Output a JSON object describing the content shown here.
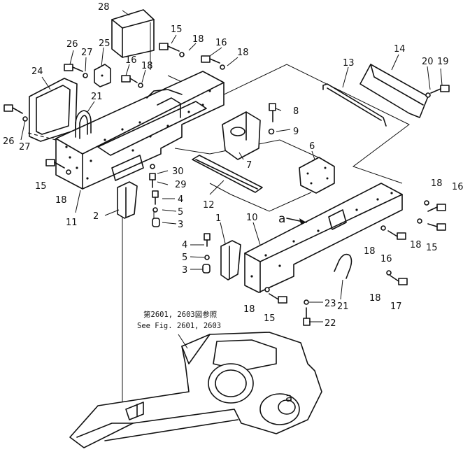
{
  "figure_reference": {
    "line1": "第2601, 2603図参照",
    "line2": "See Fig. 2601, 2603"
  },
  "view_markers": [
    "a",
    "a"
  ],
  "callouts": {
    "c28": "28",
    "c15a": "15",
    "c18a": "18",
    "c16a": "16",
    "c18b": "18",
    "c26a": "26",
    "c27a": "27",
    "c25": "25",
    "c16b": "16",
    "c18c": "18",
    "c24": "24",
    "c21a": "21",
    "c26b": "26",
    "c27b": "27",
    "c15b": "15",
    "c18d": "18",
    "c11": "11",
    "c2": "2",
    "c30": "30",
    "c29": "29",
    "c4a": "4",
    "c5a": "5",
    "c3a": "3",
    "c12": "12",
    "c8": "8",
    "c9": "9",
    "c7": "7",
    "c13": "13",
    "c14": "14",
    "c20": "20",
    "c19": "19",
    "c6": "6",
    "c10": "10",
    "c1": "1",
    "c4b": "4",
    "c5b": "5",
    "c3b": "3",
    "c18e": "18",
    "c16c": "16",
    "c18f": "18",
    "c16d": "16",
    "c18g": "18",
    "c15c": "15",
    "c21b": "21",
    "c18h": "18",
    "c17": "17",
    "c18i": "18",
    "c15d": "15",
    "c23": "23",
    "c22": "22"
  }
}
